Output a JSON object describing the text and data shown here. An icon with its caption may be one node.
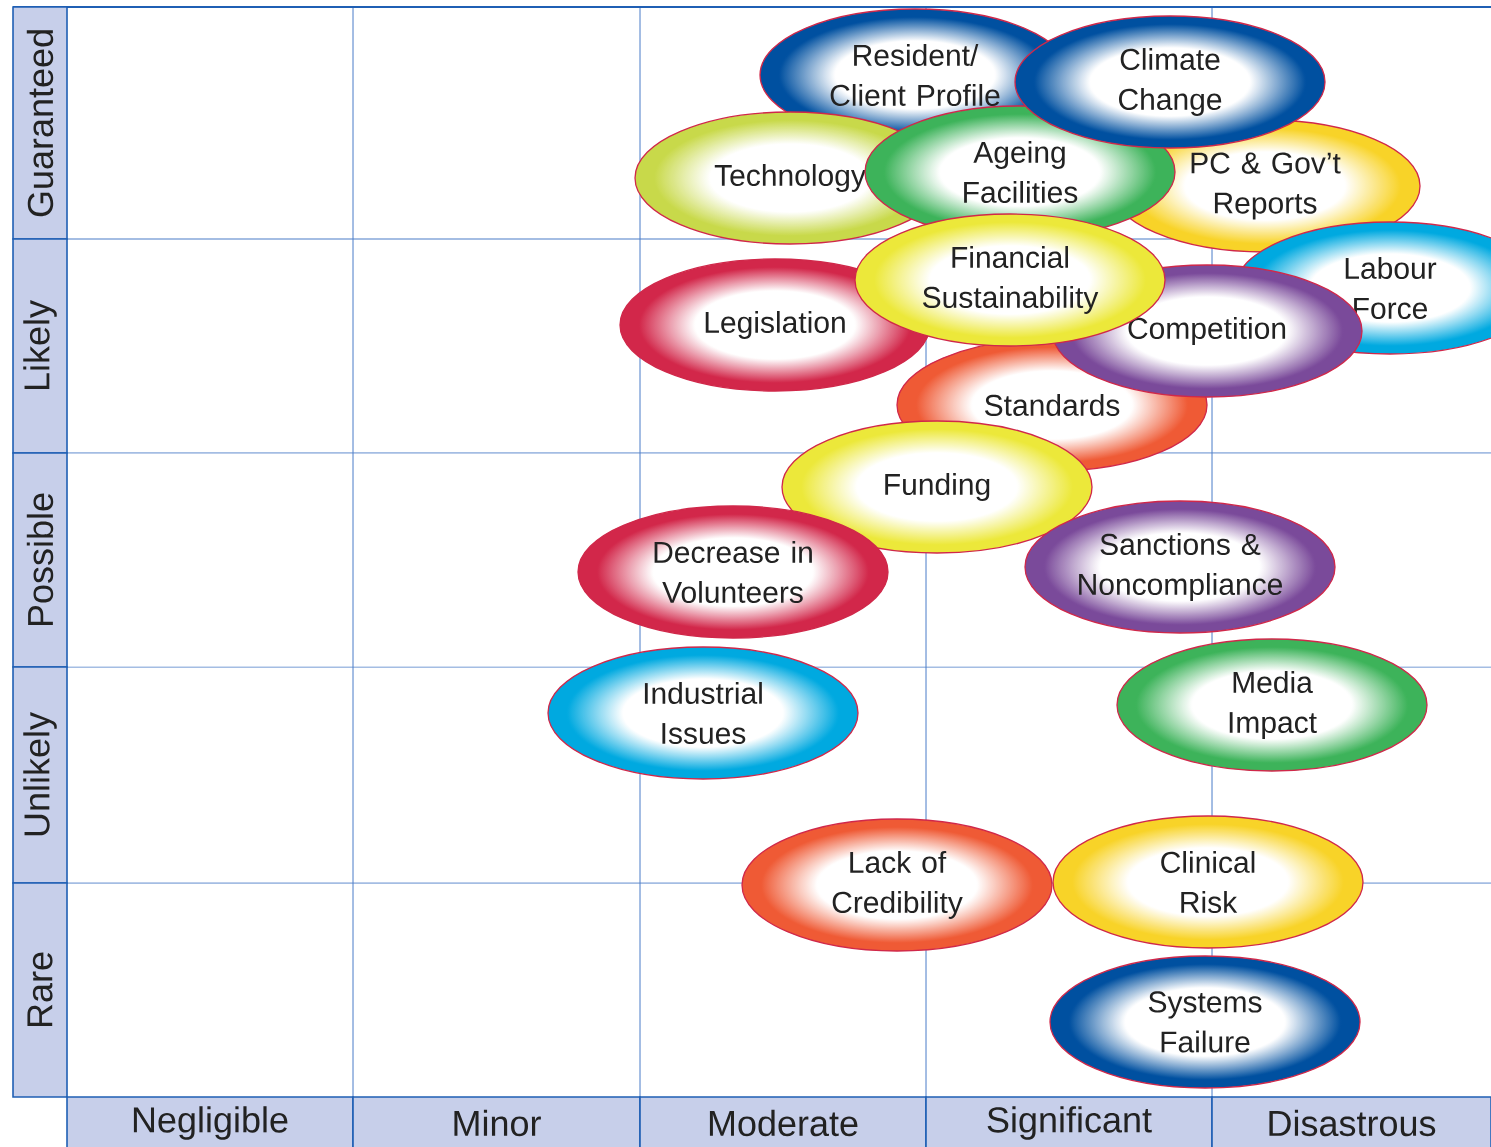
{
  "diagram": {
    "nodes": [
      {
        "text": [
          "Resident/ Client Profile"
        ]
      },
      {
        "text": [
          "Climate Change"
        ]
      },
      {
        "text": [
          "Technology"
        ]
      },
      {
        "text": [
          "Ageing Facilities"
        ]
      },
      {
        "text": [
          "PC & Gov’t Reports"
        ]
      },
      {
        "text": [
          "Labour Force"
        ]
      },
      {
        "text": [
          "Legislation"
        ]
      },
      {
        "text": [
          "Financial Sustainability"
        ]
      },
      {
        "text": [
          "Competition"
        ]
      },
      {
        "text": [
          "Standards"
        ]
      },
      {
        "text": [
          "Funding"
        ]
      },
      {
        "text": [
          "Decrease in Volunteers"
        ]
      },
      {
        "text": [
          "Sanctions & Noncompliance"
        ]
      },
      {
        "text": [
          "Industrial Issues"
        ]
      },
      {
        "text": [
          "Media Impact"
        ]
      },
      {
        "text": [
          "Lack of Credibility"
        ]
      },
      {
        "text": [
          "Clinical Risk"
        ]
      },
      {
        "text": [
          "Systems Failure"
        ]
      }
    ],
    "labels": [
      "Guaranteed",
      "Likely",
      "Possible",
      "Unlikely",
      "Rare",
      "Negligible",
      "Minor",
      "Moderate",
      "Significant",
      "Disastrous"
    ]
  }
}
